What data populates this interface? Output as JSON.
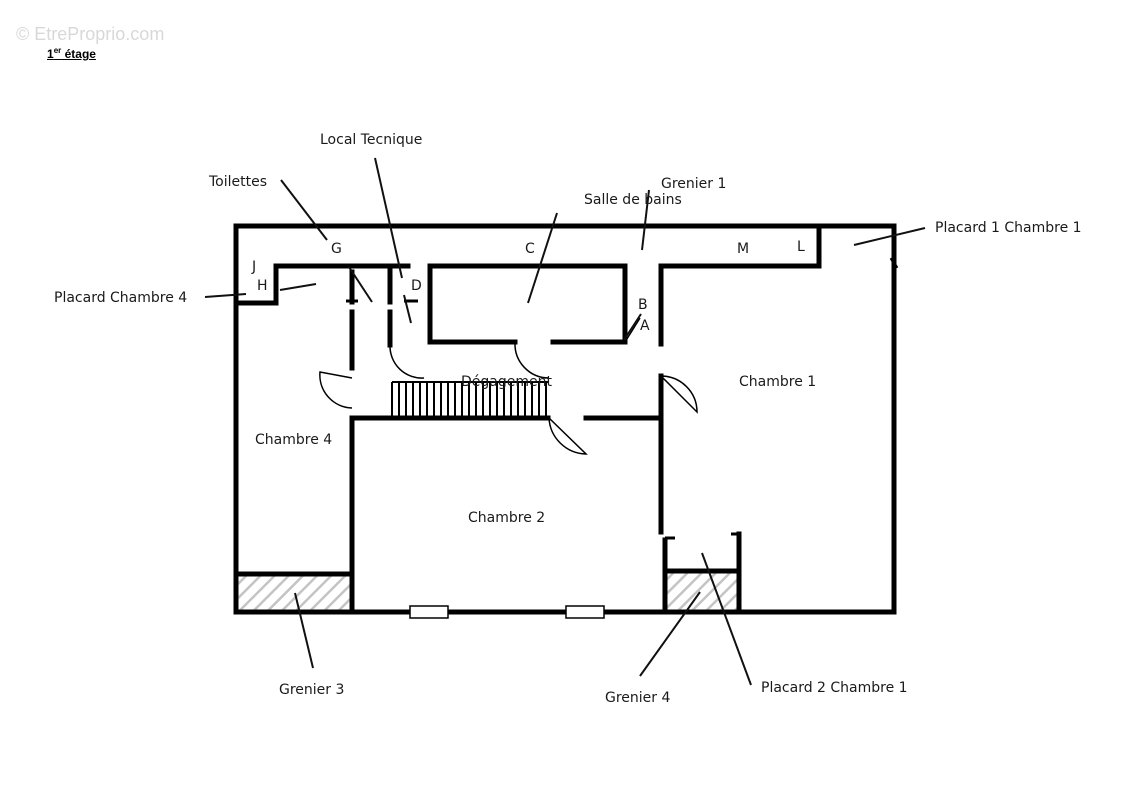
{
  "watermark": "© EtreProprio.com",
  "heading": {
    "number": "1",
    "superscript": "er",
    "label": "étage"
  },
  "labels": {
    "local_technique": "Local Tecnique",
    "toilettes": "Toilettes",
    "salle_de_bains": "Salle de bains",
    "grenier_1": "Grenier 1",
    "placard_1_chambre_1": "Placard 1 Chambre 1",
    "placard_chambre_4": "Placard Chambre 4",
    "degagement": "Dégagement",
    "chambre_1": "Chambre 1",
    "chambre_4": "Chambre 4",
    "chambre_2": "Chambre 2",
    "grenier_3": "Grenier 3",
    "grenier_4": "Grenier 4",
    "placard_2_chambre_1": "Placard 2 Chambre 1"
  },
  "letters": {
    "a": "A",
    "b": "B",
    "c": "C",
    "d": "D",
    "g": "G",
    "h": "H",
    "j": "J",
    "l": "L",
    "m": "M"
  }
}
